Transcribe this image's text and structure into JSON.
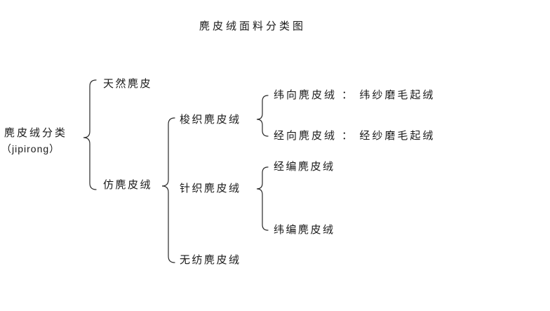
{
  "title": "麂皮绒面料分类图",
  "root": {
    "label": "麂皮绒分类",
    "sublabel": "（jipirong）"
  },
  "branches": {
    "natural": "天然麂皮",
    "imitation": "仿麂皮绒",
    "woven": "梭织麂皮绒",
    "knitted": "针织麂皮绒",
    "nonwoven": "无纺麂皮绒",
    "woven_weft": "纬向麂皮绒 ： 纬纱磨毛起绒",
    "woven_warp": "经向麂皮绒 ： 经纱磨毛起绒",
    "knit_warp": "经编麂皮绒",
    "knit_weft": "纬编麂皮绒"
  },
  "colors": {
    "text": "#1a1a1a",
    "line": "#2a2a2a",
    "background": "#ffffff"
  }
}
